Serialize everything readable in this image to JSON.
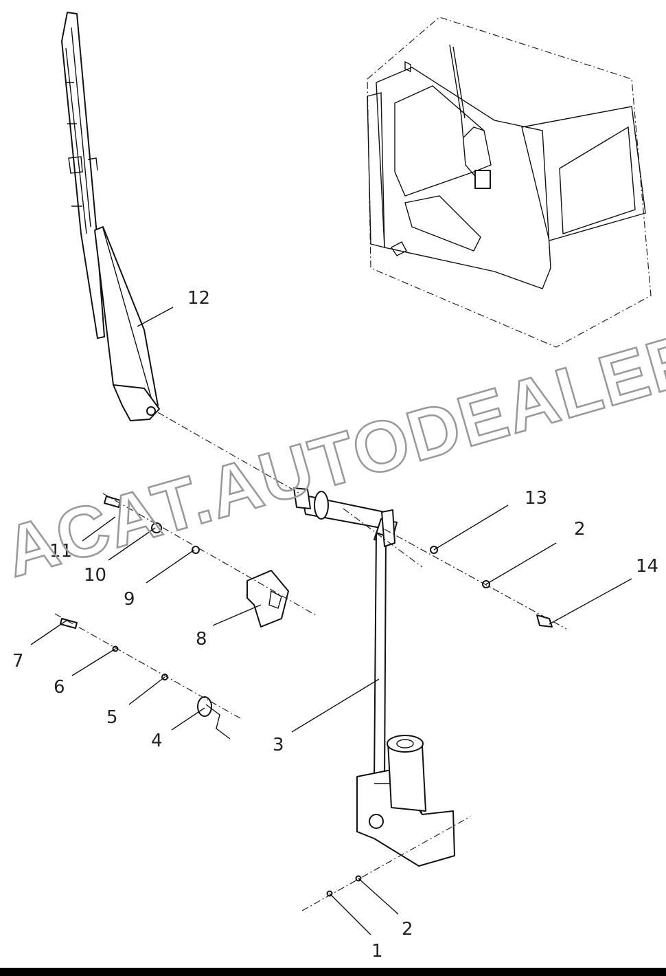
{
  "diagram": {
    "callouts": [
      "1",
      "2",
      "2",
      "3",
      "4",
      "5",
      "6",
      "7",
      "8",
      "9",
      "10",
      "11",
      "12",
      "13",
      "14"
    ]
  },
  "watermark": {
    "text": "ACAT.AUTODEALER.RU",
    "color": "#9a9a9a"
  }
}
